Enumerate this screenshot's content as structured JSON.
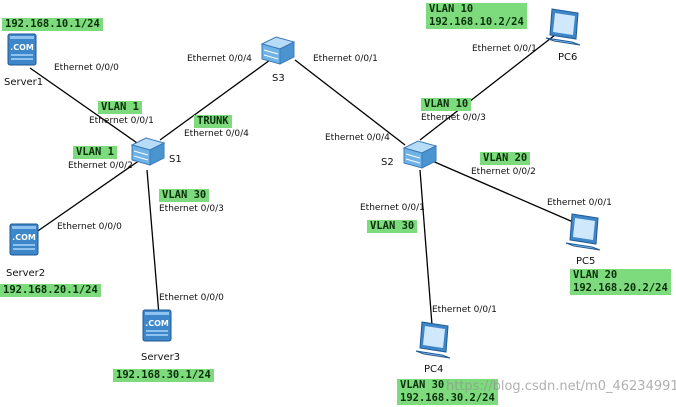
{
  "colors": {
    "tag_bg": "#7ddb7d",
    "line": "#000000",
    "device_blue": "#3d86c9"
  },
  "devices": {
    "server1": {
      "name": "Server1",
      "icon_text": ".COM",
      "ip": "192.168.10.1/24"
    },
    "server2": {
      "name": "Server2",
      "icon_text": ".COM",
      "ip": "192.168.20.1/24"
    },
    "server3": {
      "name": "Server3",
      "icon_text": ".COM",
      "ip": "192.168.30.1/24"
    },
    "s1": {
      "name": "S1"
    },
    "s2": {
      "name": "S2"
    },
    "s3": {
      "name": "S3"
    },
    "pc4": {
      "name": "PC4",
      "vlan": "VLAN 30",
      "ip": "192.168.30.2/24"
    },
    "pc5": {
      "name": "PC5",
      "vlan": "VLAN 20",
      "ip": "192.168.20.2/24"
    },
    "pc6": {
      "name": "PC6",
      "vlan": "VLAN 10",
      "ip": "192.168.10.2/24"
    }
  },
  "ports": {
    "server1_e000": "Ethernet 0/0/0",
    "s1_e001": "Ethernet 0/0/1",
    "s1_e002": "Ethernet 0/0/2",
    "s1_e003": "Ethernet 0/0/3",
    "s1_e004": "Ethernet 0/0/4",
    "s3_e004": "Ethernet 0/0/4",
    "s3_e001": "Ethernet 0/0/1",
    "server2_e000": "Ethernet 0/0/0",
    "server3_e000": "Ethernet 0/0/0",
    "s2_e004": "Ethernet 0/0/4",
    "s2_e003": "Ethernet 0/0/3",
    "s2_e002": "Ethernet 0/0/2",
    "s2_e001": "Ethernet 0/0/1",
    "pc6_e001": "Ethernet 0/0/1",
    "pc5_e001": "Ethernet 0/0/1",
    "pc4_e001": "Ethernet 0/0/1"
  },
  "link_tags": {
    "s1_p1": "VLAN 1",
    "s1_p2": "VLAN 1",
    "s1_p3": "VLAN 30",
    "s1_trunk": "TRUNK",
    "s2_p3": "VLAN 10",
    "s2_p2": "VLAN 20",
    "s2_p1": "VLAN 30"
  },
  "watermark": "https://blog.csdn.net/m0_46234991"
}
